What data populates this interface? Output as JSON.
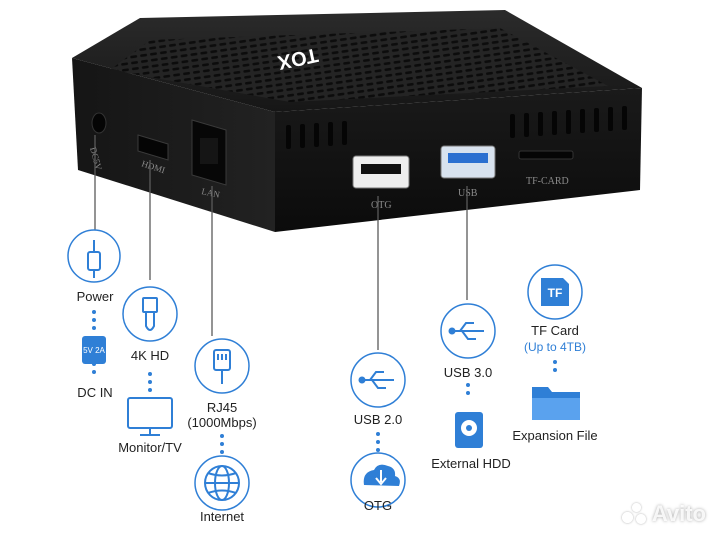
{
  "device": {
    "logo": "TOX",
    "ports": {
      "dc": "DC5V",
      "hdmi": "HDMI",
      "lan": "LAN",
      "otg": "OTG",
      "usb": "USB",
      "tf": "TF-CARD"
    }
  },
  "chains": {
    "power": {
      "top": "Power",
      "badge": "5V 2A",
      "bottom": "DC IN"
    },
    "hdmi": {
      "top": "4K HD",
      "bottom": "Monitor/TV"
    },
    "lan": {
      "top": "RJ45",
      "sub": "(1000Mbps)",
      "bottom": "Internet"
    },
    "usb2": {
      "top": "USB 2.0",
      "bottom": "OTG"
    },
    "usb3": {
      "top": "USB 3.0",
      "bottom": "External HDD"
    },
    "tf": {
      "icon": "TF",
      "top": "TF Card",
      "sub": "(Up to 4TB)",
      "bottom": "Expansion File"
    }
  },
  "watermark": "Avito",
  "colors": {
    "accent": "#2f7fd6",
    "device": "#1c1c1c"
  }
}
